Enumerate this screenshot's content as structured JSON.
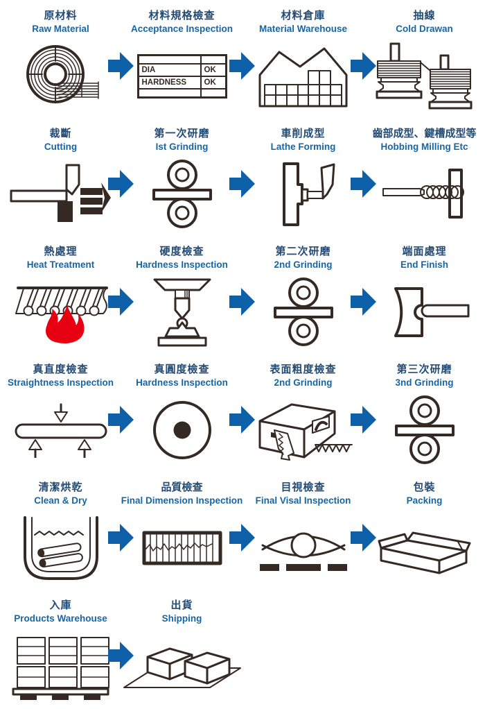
{
  "colors": {
    "title_zh": "#234b74",
    "title_en": "#1566a7",
    "arrow": "#0e60a8",
    "ink": "#352a23",
    "flame": "#e60012"
  },
  "steps": [
    {
      "zh": "原材料",
      "en": "Raw Material",
      "icon": "coil"
    },
    {
      "zh": "材料規格檢查",
      "en": "Acceptance Inspection",
      "icon": "inspection-table",
      "table": {
        "rows": [
          [
            "",
            ""
          ],
          [
            "DIA",
            "OK"
          ],
          [
            "HARDNESS",
            "OK"
          ],
          [
            "",
            ""
          ]
        ]
      }
    },
    {
      "zh": "材料倉庫",
      "en": "Material Warehouse",
      "icon": "warehouse"
    },
    {
      "zh": "抽線",
      "en": "Cold Drawan",
      "icon": "wire-drawing"
    },
    {
      "zh": "裁斷",
      "en": "Cutting",
      "icon": "cutting"
    },
    {
      "zh": "第一次研磨",
      "en": "Ist Grinding",
      "icon": "grinding-rollers"
    },
    {
      "zh": "車削成型",
      "en": "Lathe Forming",
      "icon": "lathe"
    },
    {
      "zh": "齒部成型、鍵槽成型等",
      "en": "Hobbing Milling Etc",
      "icon": "hobbing"
    },
    {
      "zh": "熱處理",
      "en": "Heat Treatment",
      "icon": "heat-treatment"
    },
    {
      "zh": "硬度檢查",
      "en": "Hardness Inspection",
      "icon": "hardness-tester"
    },
    {
      "zh": "第二次研磨",
      "en": "2nd Grinding",
      "icon": "grinding-rollers"
    },
    {
      "zh": "端面處理",
      "en": "End Finish",
      "icon": "end-finish"
    },
    {
      "zh": "真直度檢查",
      "en": "Straightness Inspection",
      "icon": "straightness"
    },
    {
      "zh": "真圓度檢查",
      "en": "Hardness Inspection",
      "icon": "roundness"
    },
    {
      "zh": "表面粗度檢查",
      "en": "2nd Grinding",
      "icon": "roughness-tester"
    },
    {
      "zh": "第三次研磨",
      "en": "3nd Grinding",
      "icon": "grinding-rollers"
    },
    {
      "zh": "清潔烘乾",
      "en": "Clean & Dry",
      "icon": "clean-dry"
    },
    {
      "zh": "品質檢查",
      "en": "Final Dimension Inspection",
      "icon": "strip-chart"
    },
    {
      "zh": "目視檢查",
      "en": "Final Visal Inspection",
      "icon": "eye"
    },
    {
      "zh": "包裝",
      "en": "Packing",
      "icon": "packing-box"
    },
    {
      "zh": "入庫",
      "en": "Products Warehouse",
      "icon": "pallet"
    },
    {
      "zh": "出貨",
      "en": "Shipping",
      "icon": "shipping"
    }
  ],
  "layout_rows": [
    [
      0,
      1,
      2,
      3
    ],
    [
      4,
      5,
      6,
      7
    ],
    [
      8,
      9,
      10,
      11
    ],
    [
      12,
      13,
      14,
      15
    ],
    [
      16,
      17,
      18,
      19
    ],
    [
      20,
      21
    ]
  ]
}
